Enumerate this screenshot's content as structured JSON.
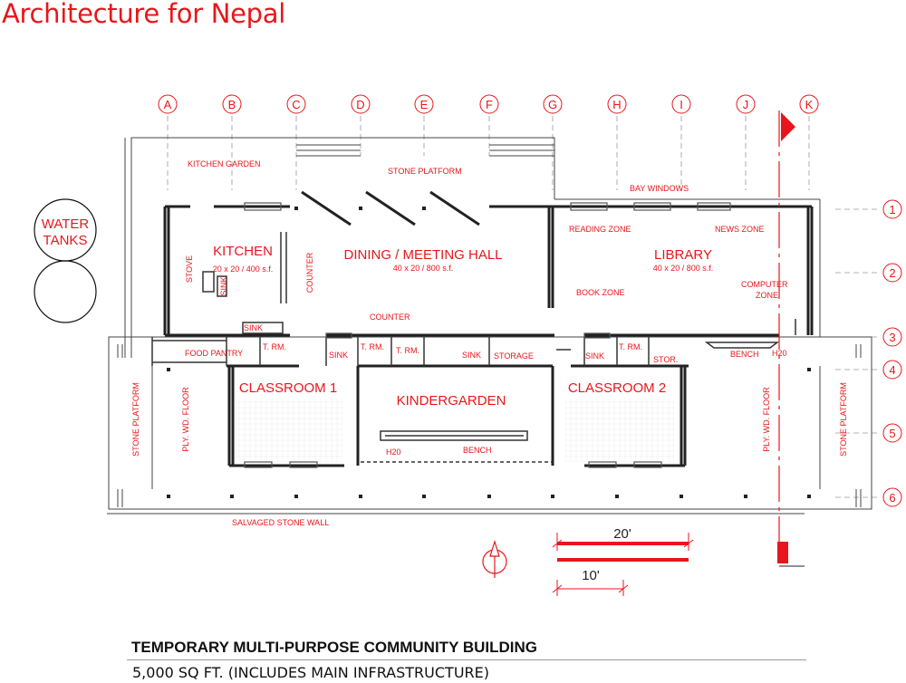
{
  "title": "Architecture for Nepal",
  "footer": {
    "title": "TEMPORARY MULTI-PURPOSE COMMUNITY BUILDING",
    "subtitle": "5,000 SQ FT. (INCLUDES MAIN INFRASTRUCTURE)"
  },
  "grid": {
    "columns": [
      "A",
      "B",
      "C",
      "D",
      "E",
      "F",
      "G",
      "H",
      "I",
      "J",
      "K"
    ],
    "rows": [
      "1",
      "2",
      "3",
      "4",
      "5",
      "6"
    ]
  },
  "rooms": {
    "kitchen": {
      "name": "KITCHEN",
      "area": "20 x 20 / 400 s.f."
    },
    "dining": {
      "name": "DINING / MEETING HALL",
      "area": "40 x 20 / 800 s.f."
    },
    "library": {
      "name": "LIBRARY",
      "area": "40 x 20 / 800 s.f."
    },
    "classroom1": "CLASSROOM 1",
    "classroom2": "CLASSROOM 2",
    "kindergarden": "KINDERGARDEN"
  },
  "labels": {
    "water_tanks_1": "WATER",
    "water_tanks_2": "TANKS",
    "kitchen_garden": "KITCHEN GARDEN",
    "stone_platform_top": "STONE PLATFORM",
    "bay_windows": "BAY WINDOWS",
    "reading_zone": "READING ZONE",
    "news_zone": "NEWS ZONE",
    "book_zone": "BOOK ZONE",
    "computer_zone_1": "COMPUTER",
    "computer_zone_2": "ZONE",
    "stove": "STOVE",
    "sink_vertical": "SINK",
    "counter_vertical": "COUNTER",
    "counter": "COUNTER",
    "sink_kitchen": "SINK",
    "food_pantry": "FOOD PANTRY",
    "t_rm_1": "T. RM.",
    "t_rm_2": "T. RM.",
    "t_rm_3": "T. RM.",
    "t_rm_4": "T. RM.",
    "sink_1": "SINK",
    "sink_2": "SINK",
    "sink_3": "SINK",
    "storage": "STORAGE",
    "stor": "STOR.",
    "bench_library": "BENCH",
    "h20_library": "H20",
    "h20_kg": "H20",
    "bench_kg": "BENCH",
    "stone_platform_left": "STONE PLATFORM",
    "stone_platform_right": "STONE PLATFORM",
    "ply_floor_left": "PLY. WD. FLOOR",
    "ply_floor_right": "PLY. WD. FLOOR",
    "salvaged_wall": "SALVAGED STONE WALL"
  },
  "scale": {
    "big": "20'",
    "small": "10'"
  },
  "colors": {
    "accent": "#e8161b",
    "line": "#222222",
    "grid": "#9a9a9a"
  }
}
